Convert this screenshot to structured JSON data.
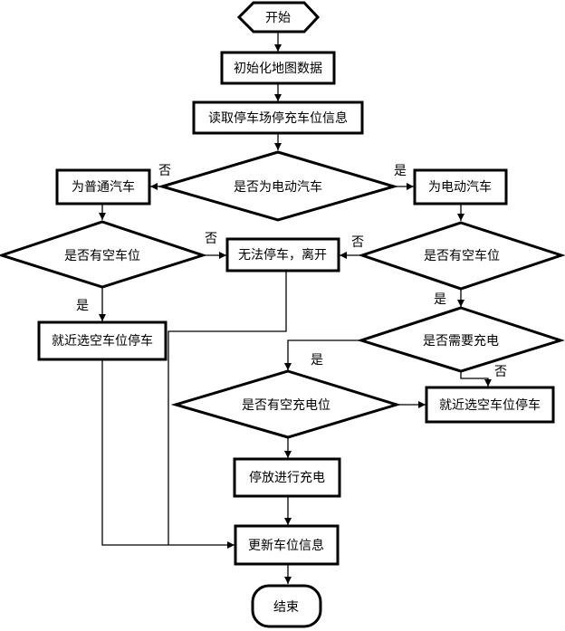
{
  "nodes": {
    "start": "开始",
    "init_map": "初始化地图数据",
    "read_info": "读取停车场停充车位信息",
    "is_ev": "是否为电动汽车",
    "ordinary_car": "为普通汽车",
    "electric_car": "为电动汽车",
    "has_space_left": "是否有空车位",
    "cannot_park": "无法停车，离开",
    "has_space_right": "是否有空车位",
    "park_nearest_left": "就近选空车位停车",
    "need_charge": "是否需要充电",
    "has_charge_space": "是否有空充电位",
    "park_nearest_right": "就近选空车位停车",
    "park_charge": "停放进行充电",
    "update_info": "更新车位信息",
    "end": "结束"
  },
  "edge_labels": {
    "is_ev_no": "否",
    "is_ev_yes": "是",
    "left_space_no": "否",
    "right_space_no": "否",
    "left_space_yes": "是",
    "right_space_yes": "是",
    "need_charge_yes": "是",
    "need_charge_no": "否"
  }
}
